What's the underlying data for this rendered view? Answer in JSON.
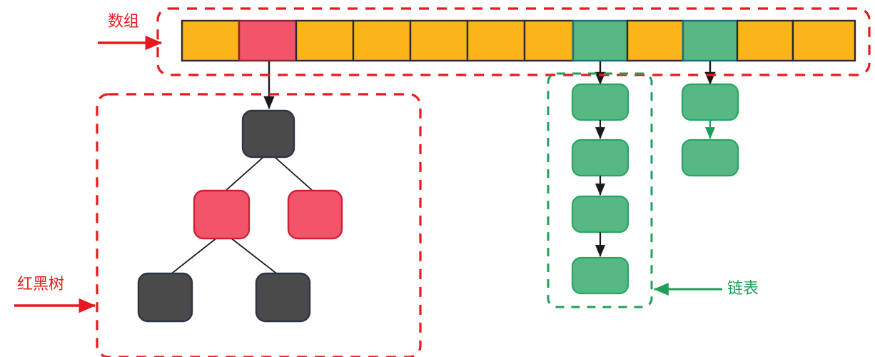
{
  "diagram": {
    "title_annotations": {
      "array_label": "数组",
      "rbtree_label": "红黑树",
      "linkedlist_label": "链表"
    },
    "colors": {
      "orange_fill": "#fbb419",
      "orange_stroke": "#3d3d3d",
      "pink_fill": "#f2556a",
      "pink_stroke": "#cf2036",
      "green_fill": "#57b886",
      "green_stroke": "#27a562",
      "black_fill": "#4a4a4a",
      "black_stroke": "#2f3445",
      "red_annotation": "#e8191e",
      "green_annotation": "#1fa05a",
      "connector": "#1a1a1a"
    },
    "array": {
      "name": "hash-bucket-array",
      "cell_count": 12,
      "cells": [
        {
          "index": 0,
          "color": "orange"
        },
        {
          "index": 1,
          "color": "pink"
        },
        {
          "index": 2,
          "color": "orange"
        },
        {
          "index": 3,
          "color": "orange"
        },
        {
          "index": 4,
          "color": "orange"
        },
        {
          "index": 5,
          "color": "orange"
        },
        {
          "index": 6,
          "color": "orange"
        },
        {
          "index": 7,
          "color": "green"
        },
        {
          "index": 8,
          "color": "orange"
        },
        {
          "index": 9,
          "color": "green"
        },
        {
          "index": 10,
          "color": "orange"
        },
        {
          "index": 11,
          "color": "orange"
        }
      ]
    },
    "rbtree": {
      "name": "red-black-tree",
      "nodes": [
        {
          "id": "root",
          "color": "black"
        },
        {
          "id": "left",
          "color": "red"
        },
        {
          "id": "right",
          "color": "red"
        },
        {
          "id": "ll",
          "color": "black"
        },
        {
          "id": "lr",
          "color": "black"
        }
      ],
      "edges": [
        {
          "from": "root",
          "to": "left"
        },
        {
          "from": "root",
          "to": "right"
        },
        {
          "from": "left",
          "to": "ll"
        },
        {
          "from": "left",
          "to": "lr"
        }
      ]
    },
    "linked_lists": [
      {
        "name": "linked-list-primary",
        "source_cell": 7,
        "node_count": 4,
        "arrow_color": "black",
        "boxed": true
      },
      {
        "name": "linked-list-secondary",
        "source_cell": 9,
        "node_count": 2,
        "arrow_color": "green",
        "boxed": false
      }
    ],
    "annotation_boxes": [
      {
        "name": "array-region-box",
        "style": "dashed",
        "color": "red"
      },
      {
        "name": "rbtree-region-box",
        "style": "dashed",
        "color": "red"
      },
      {
        "name": "linkedlist-region-box",
        "style": "dashed",
        "color": "green"
      }
    ],
    "annotation_arrows": [
      {
        "name": "array-pointer-arrow",
        "color": "red",
        "direction": "right"
      },
      {
        "name": "rbtree-pointer-arrow",
        "color": "red",
        "direction": "right"
      },
      {
        "name": "linkedlist-pointer-arrow",
        "color": "green",
        "direction": "left"
      }
    ]
  }
}
